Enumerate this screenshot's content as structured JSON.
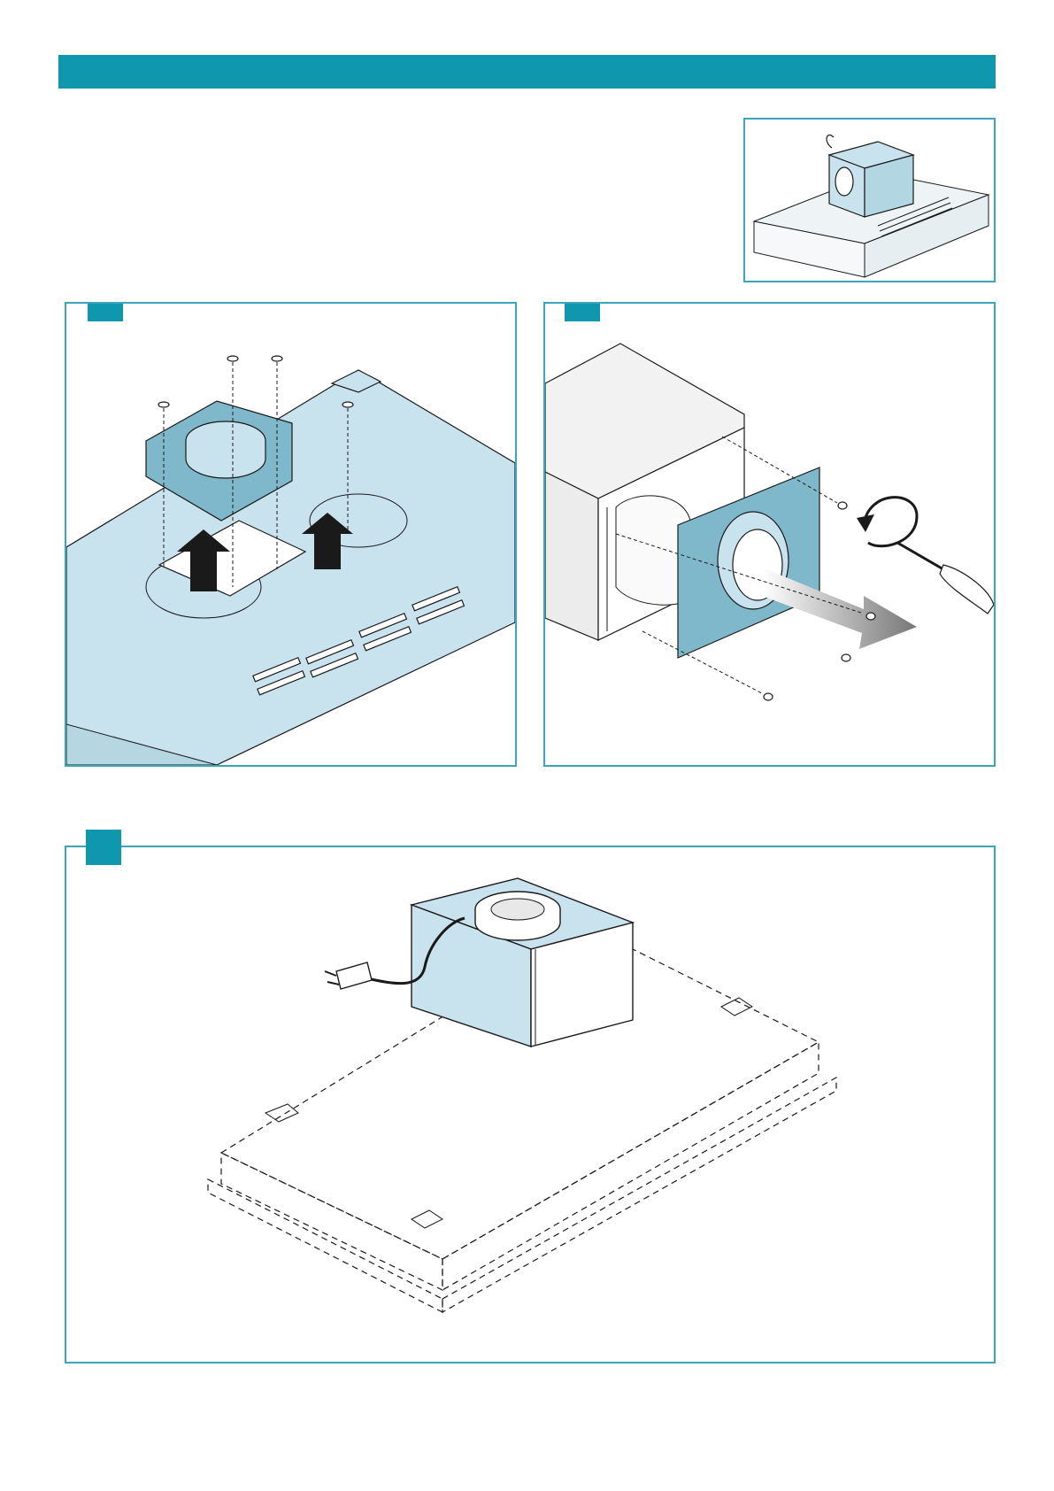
{
  "colors": {
    "accent": "#0f97ae",
    "frame": "#3aa6b8",
    "part_fill": "#c9e3ee",
    "highlight_fill": "#7fb8cb",
    "line": "#1a1a1a"
  },
  "header": {
    "label": ""
  },
  "overview": {
    "illustration": "motor-unit-on-hood-overview"
  },
  "steps": [
    {
      "number": "",
      "illustration": "flange-plate-screwed-onto-hood-opening"
    },
    {
      "number": "",
      "illustration": "flange-plate-unscrewed-from-motor-box"
    },
    {
      "number": "",
      "illustration": "motor-box-placed-on-hood-with-power-plug"
    }
  ],
  "icons": [
    "screw-icon",
    "up-arrow-icon",
    "screwdriver-icon",
    "rotate-arrow-icon",
    "pull-arrow-icon",
    "power-plug-icon"
  ]
}
